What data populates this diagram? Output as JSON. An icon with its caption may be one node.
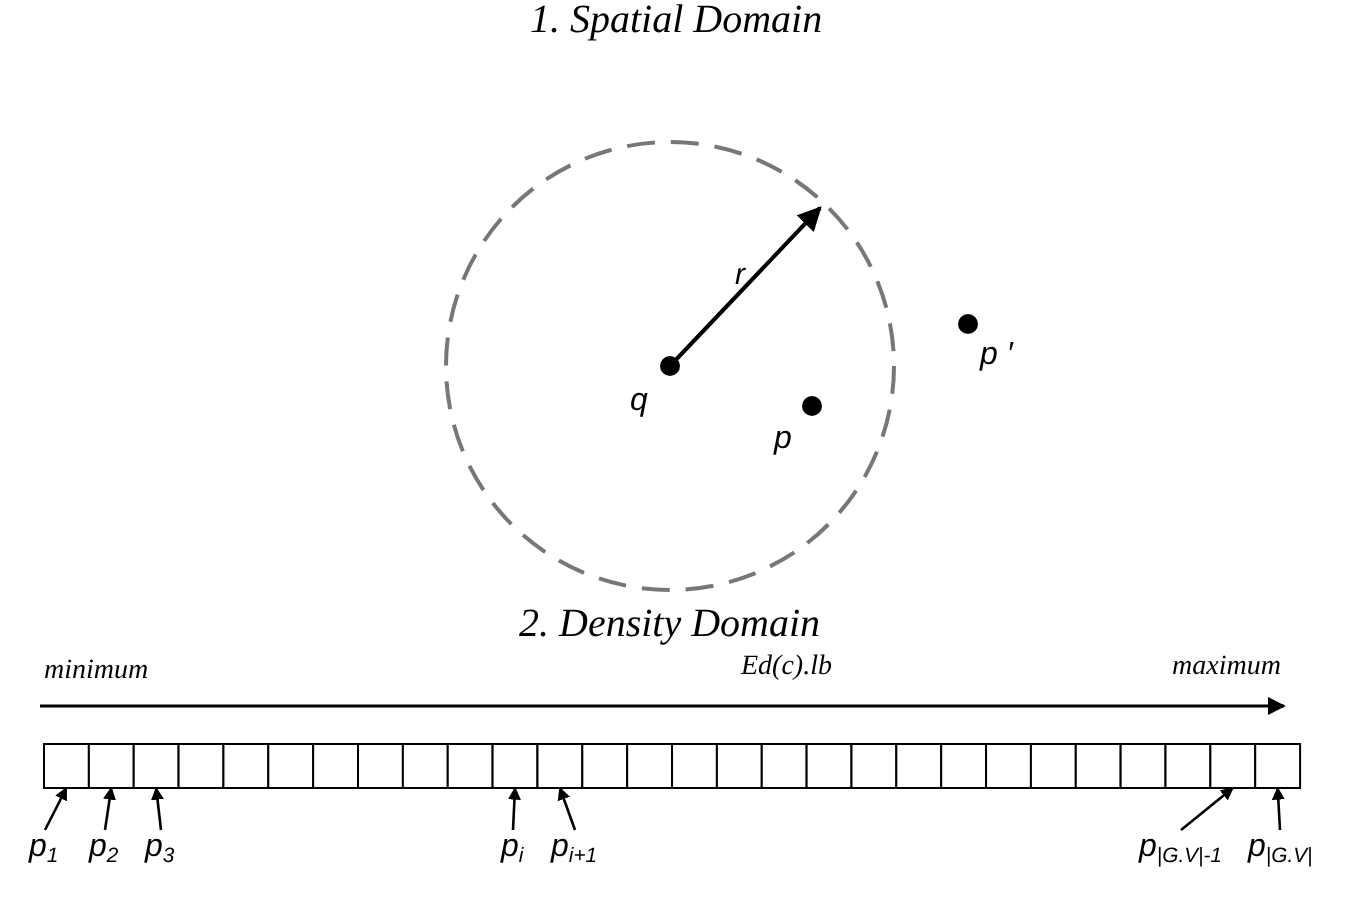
{
  "diagram": {
    "nodes": [
      {
        "text": [],
        "shape": "circle",
        "beside": [
          "q"
        ]
      },
      {
        "text": [],
        "shape": "circle",
        "beside": [
          "p ′"
        ]
      },
      {
        "text": [],
        "shape": "circle",
        "beside": [
          "p"
        ]
      },
      {
        "text": [],
        "shape": "box"
      },
      {
        "text": [],
        "shape": "box"
      },
      {
        "text": [],
        "shape": "box"
      },
      {
        "text": [],
        "shape": "box"
      },
      {
        "text": [],
        "shape": "box"
      },
      {
        "text": [],
        "shape": "box"
      },
      {
        "text": [],
        "shape": "box"
      },
      {
        "text": [],
        "shape": "box"
      },
      {
        "text": [],
        "shape": "box"
      },
      {
        "text": [],
        "shape": "box"
      },
      {
        "text": [],
        "shape": "box"
      },
      {
        "text": [],
        "shape": "box"
      },
      {
        "text": [],
        "shape": "box"
      },
      {
        "text": [],
        "shape": "box"
      },
      {
        "text": [],
        "shape": "box"
      },
      {
        "text": [],
        "shape": "box"
      },
      {
        "text": [],
        "shape": "box"
      },
      {
        "text": [],
        "shape": "box"
      },
      {
        "text": [],
        "shape": "box"
      },
      {
        "text": [],
        "shape": "box"
      },
      {
        "text": [],
        "shape": "box"
      },
      {
        "text": [],
        "shape": "box"
      },
      {
        "text": [],
        "shape": "box"
      },
      {
        "text": [],
        "shape": "box"
      },
      {
        "text": [],
        "shape": "box"
      },
      {
        "text": [],
        "shape": "box"
      },
      {
        "text": [],
        "shape": "box"
      },
      {
        "text": [],
        "shape": "box"
      },
      {
        "text": [
          "p$_{1}$"
        ]
      },
      {
        "text": [
          "p$_{2}$"
        ]
      },
      {
        "text": [
          "p$_{3}$"
        ]
      },
      {
        "text": [
          "p$_{i}$"
        ]
      },
      {
        "text": [
          "p$_{i+1}$"
        ]
      },
      {
        "text": [
          "p$_{|G.V|-1}$"
        ]
      },
      {
        "text": [
          "p$_{|G.V|}$"
        ]
      }
    ],
    "edges": [
      {
        "from": 31,
        "to": 3,
        "arrow": "to"
      },
      {
        "from": 32,
        "to": 4,
        "arrow": "to"
      },
      {
        "from": 33,
        "to": 5,
        "arrow": "to"
      },
      {
        "from": 34,
        "to": 13,
        "arrow": "to"
      },
      {
        "from": 35,
        "to": 14,
        "arrow": "to"
      },
      {
        "from": 36,
        "to": 29,
        "arrow": "to"
      },
      {
        "from": 37,
        "to": 30,
        "arrow": "to"
      }
    ],
    "labels": [
      "1. Spatial Domain",
      "r",
      "2. Density Domain",
      "minimum",
      "Ed(c).lb",
      "maximum"
    ]
  }
}
